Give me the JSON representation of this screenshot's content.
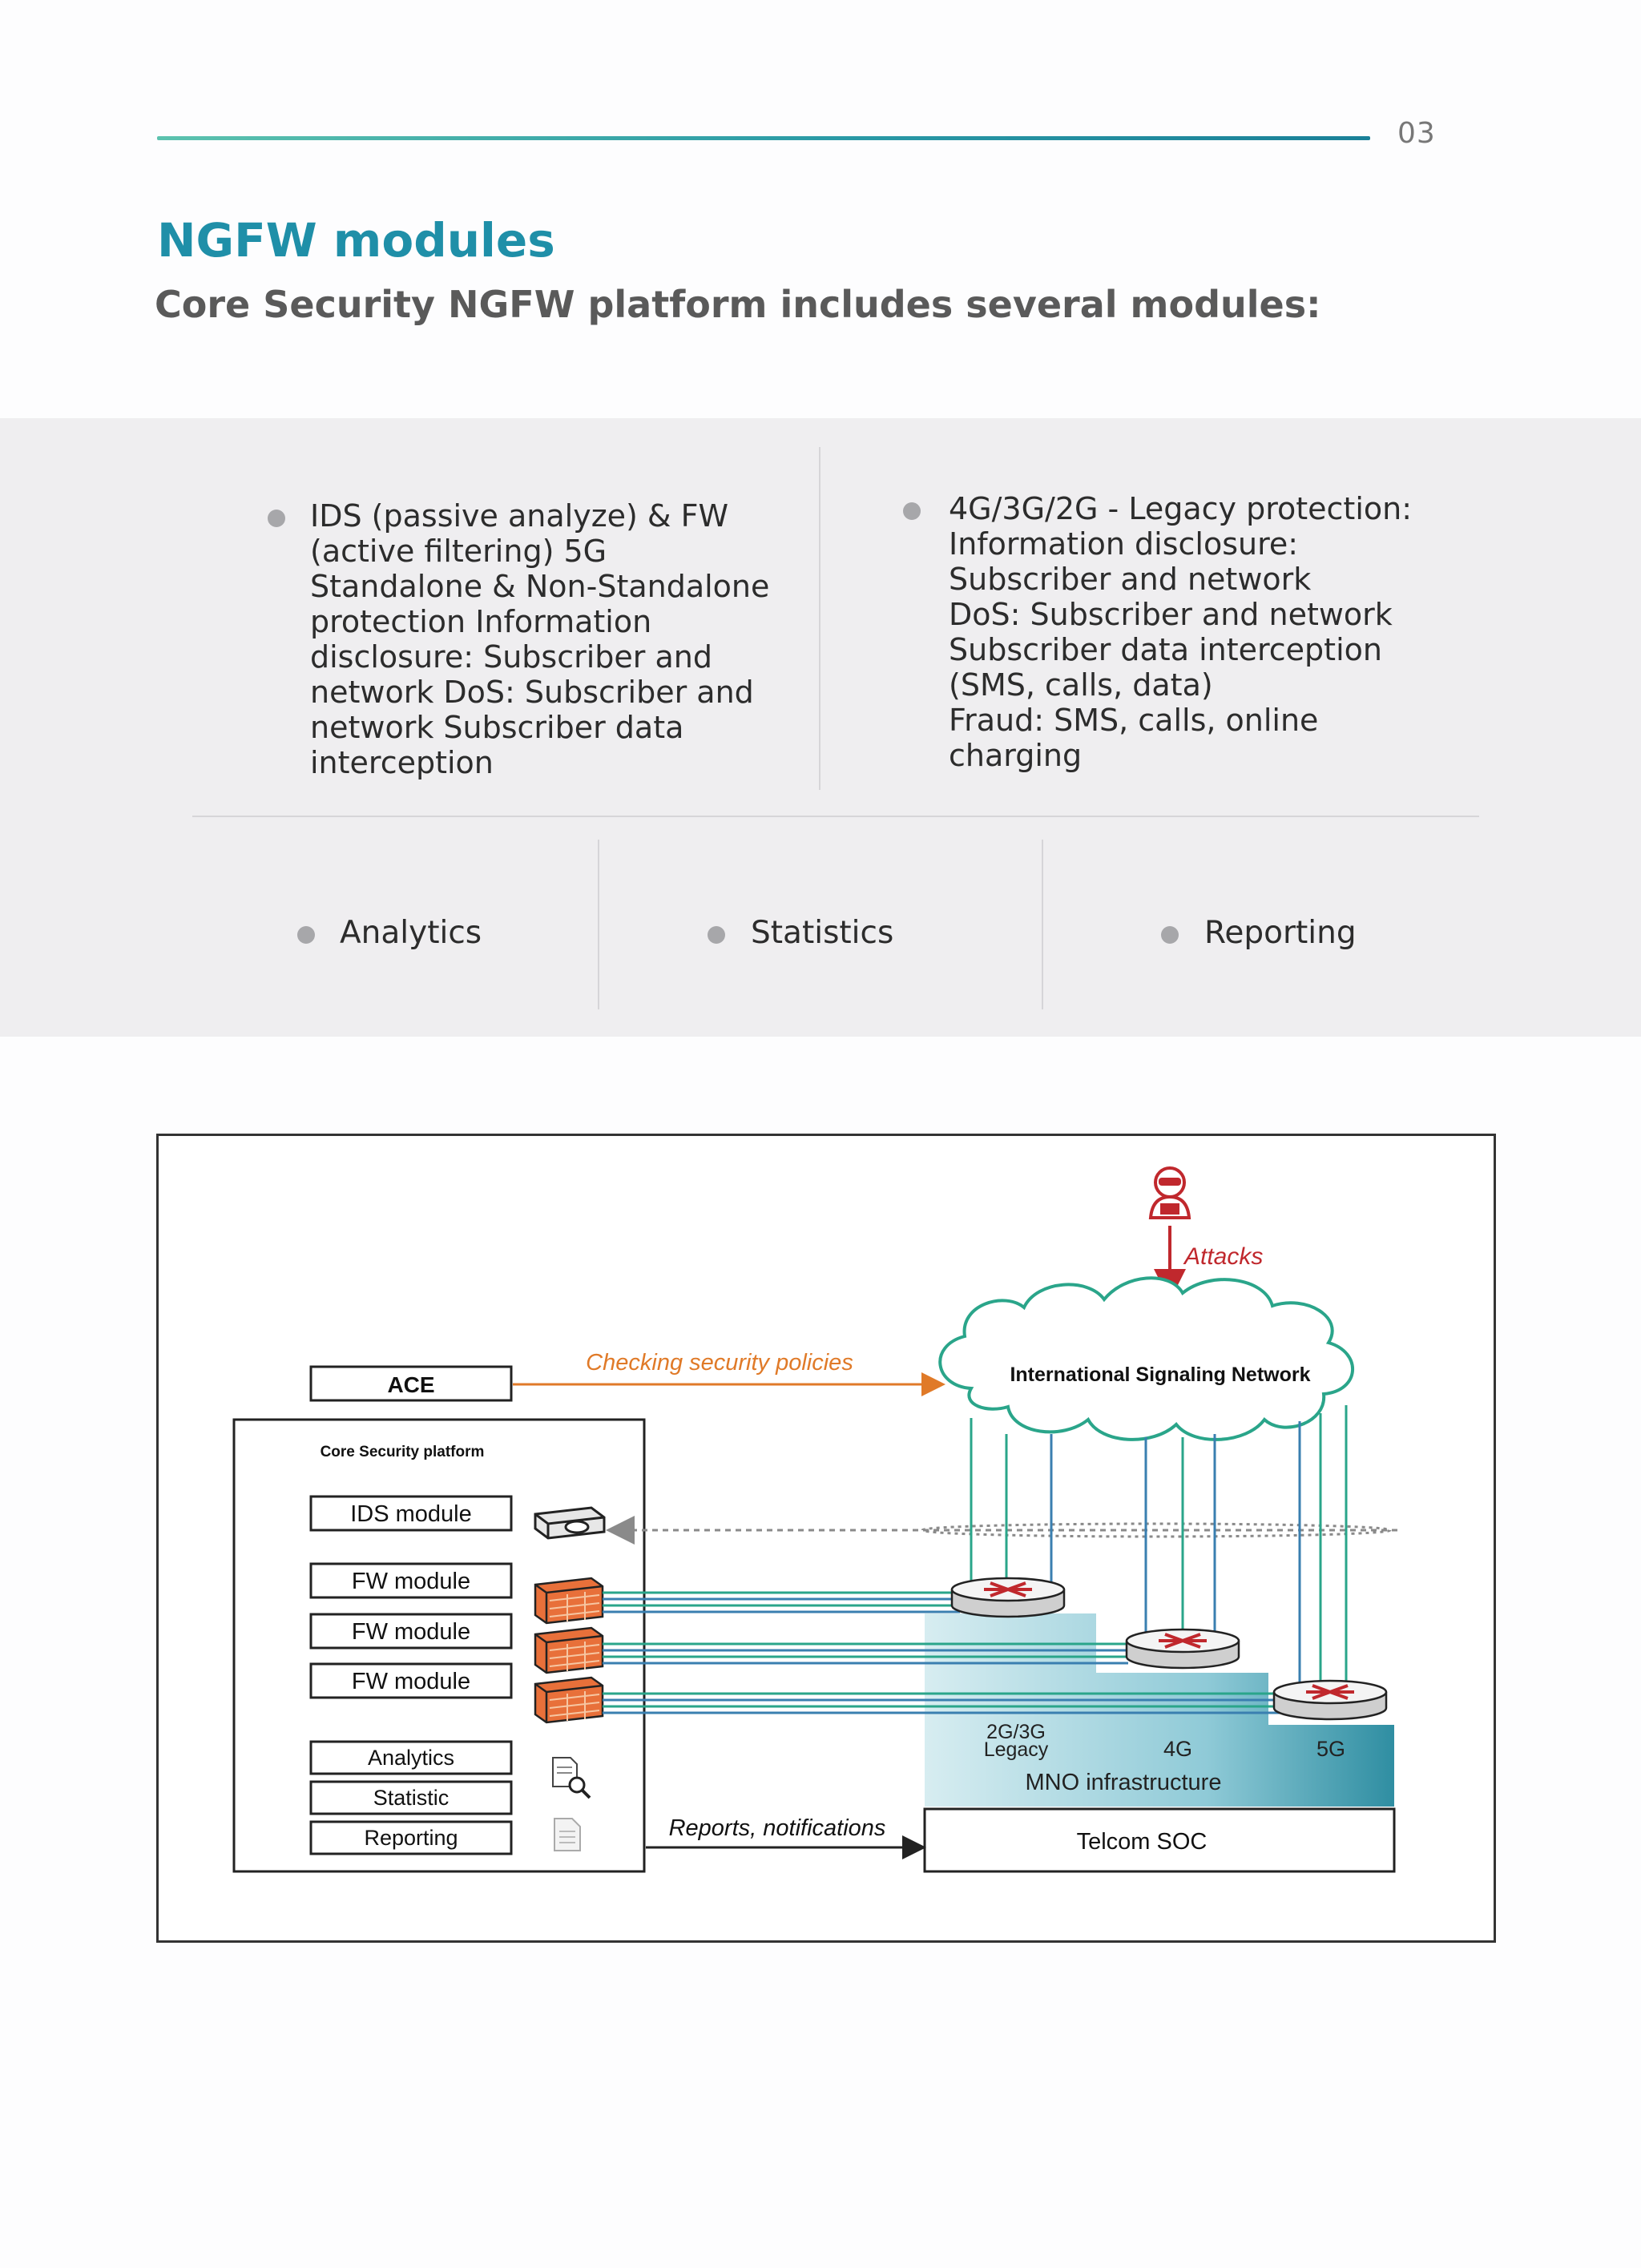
{
  "page_number": "03",
  "title": "NGFW modules",
  "subtitle": "Core Security NGFW platform includes several modules:",
  "modules": {
    "ids_fw": "IDS (passive analyze) & FW\n(active filtering)  5G\nStandalone & Non-Standalone\nprotection Information\ndisclosure: Subscriber and\nnetwork DoS: Subscriber and\nnetwork Subscriber data\ninterception",
    "legacy": "4G/3G/2G - Legacy protection:\nInformation disclosure:\nSubscriber and network\nDoS: Subscriber and network\nSubscriber data interception\n(SMS, calls, data)\nFraud: SMS, calls, online\ncharging",
    "analytics": "Analytics",
    "statistics": "Statistics",
    "reporting": "Reporting"
  },
  "diagram": {
    "attacks_label": "Attacks",
    "ace_label": "ACE",
    "checking_label": "Checking security policies",
    "network_label": "International Signaling Network",
    "platform_label": "Core Security platform",
    "ids_module": "IDS module",
    "fw_modules": [
      "FW module",
      "FW module",
      "FW module"
    ],
    "analytics_box": "Analytics",
    "statistic_box": "Statistic",
    "reporting_box": "Reporting",
    "legacy_label_1": "2G/3G",
    "legacy_label_2": "Legacy",
    "label_4g": "4G",
    "label_5g": "5G",
    "mno_label": "MNO infrastructure",
    "reports_label": "Reports, notifications",
    "soc_label": "Telcom SOC",
    "colors": {
      "teal": "#2aa58a",
      "blue": "#3a7fb0",
      "orange": "#e07a28",
      "attack_red": "#c0282d",
      "firewall": "#e8703a"
    }
  }
}
